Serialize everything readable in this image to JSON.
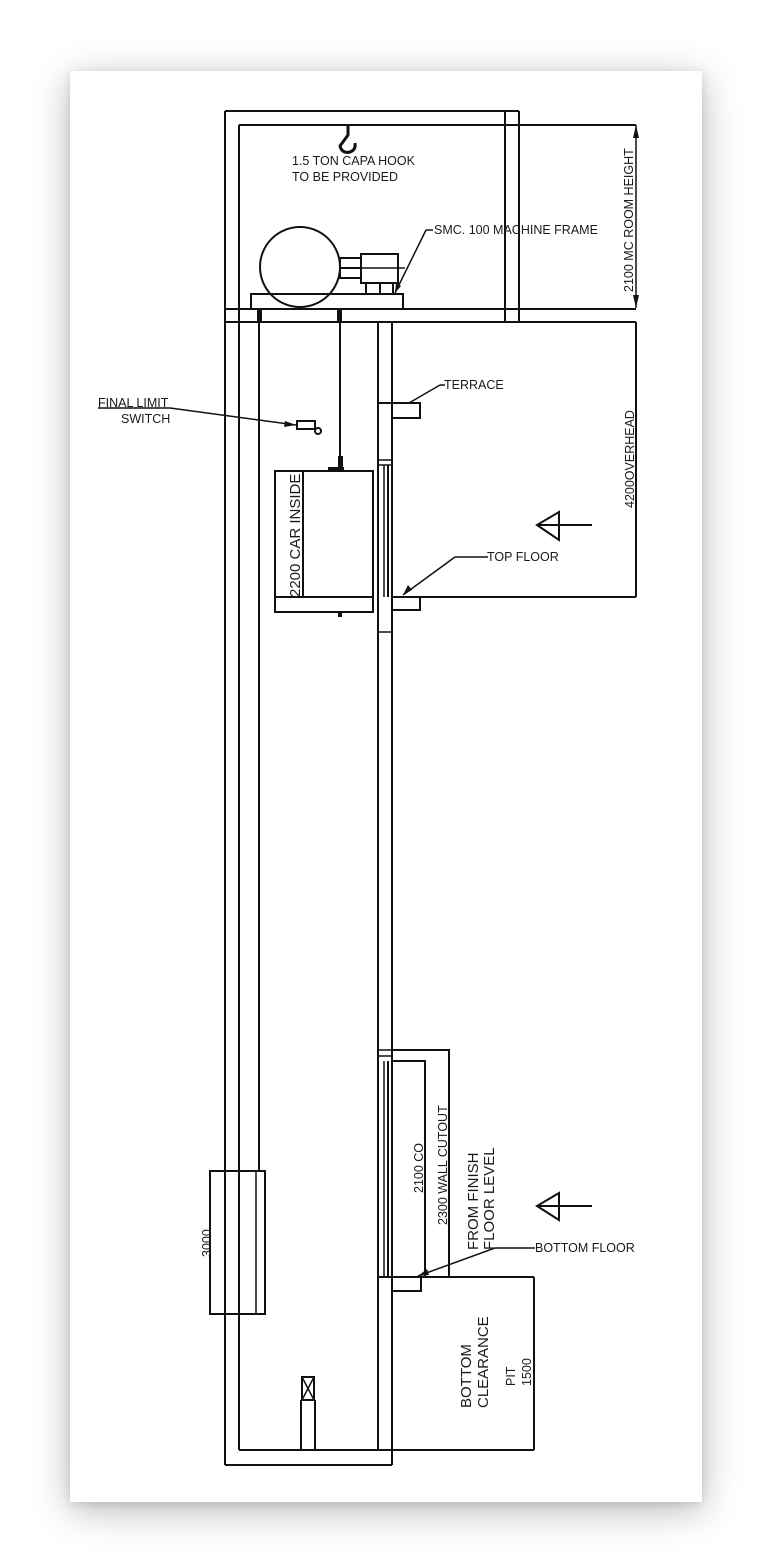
{
  "drawing": {
    "title": "Lift shaft section",
    "labels": {
      "hook_line1": "1.5 TON CAPA HOOK",
      "hook_line2": "TO BE PROVIDED",
      "machine_frame": "SMC. 100 MACHINE FRAME",
      "mc_room_height": "2100 MC ROOM HEIGHT",
      "final_limit_line1": "FINAL LIMIT",
      "final_limit_line2": "SWITCH",
      "terrace": "TERRACE",
      "overhead": "4200OVERHEAD",
      "car_inside": "2200 CAR INSIDE",
      "top_floor": "TOP FLOOR",
      "co": "2100 CO",
      "wall_cutout": "2300 WALL CUTOUT",
      "ffl_line1": "FROM FINISH",
      "ffl_line2": "FLOOR LEVEL",
      "bottom_floor": "BOTTOM FLOOR",
      "counterweight": "3000",
      "pit_line1": "BOTTOM",
      "pit_line2": "CLEARANCE",
      "pit_line3": "PIT",
      "pit_value": "1500"
    },
    "colors": {
      "line": "#111111",
      "paper": "#ffffff"
    }
  }
}
